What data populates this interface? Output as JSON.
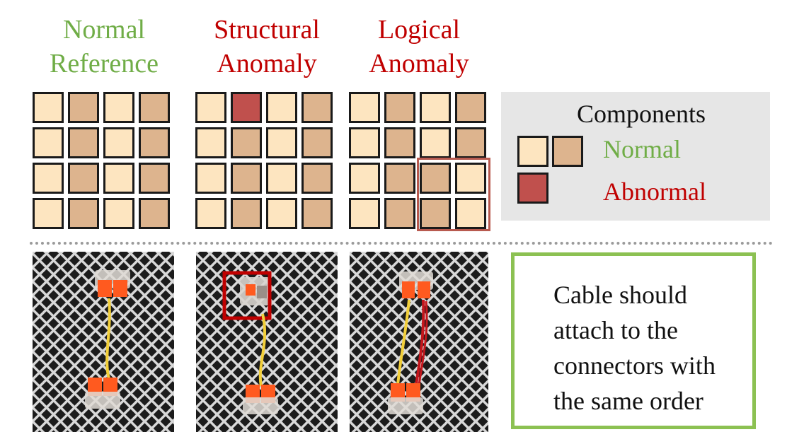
{
  "colors": {
    "normal_green": "#70ad47",
    "abnormal_red": "#c00000",
    "cell_light": "#fde5c0",
    "cell_tan": "#ddb48e",
    "cell_abnormal": "#c0504d",
    "rule_border": "#8cc152",
    "highlight_border": "#b85a4f"
  },
  "columns": [
    {
      "title_line1": "Normal",
      "title_line2": "Reference",
      "color": "#70ad47"
    },
    {
      "title_line1": "Structural",
      "title_line2": "Anomaly",
      "color": "#c00000"
    },
    {
      "title_line1": "Logical",
      "title_line2": "Anomaly",
      "color": "#c00000"
    }
  ],
  "grids": [
    {
      "name": "normal",
      "cells": [
        [
          "light",
          "tan",
          "light",
          "tan"
        ],
        [
          "light",
          "tan",
          "light",
          "tan"
        ],
        [
          "light",
          "tan",
          "light",
          "tan"
        ],
        [
          "light",
          "tan",
          "light",
          "tan"
        ]
      ]
    },
    {
      "name": "structural",
      "cells": [
        [
          "light",
          "abnormal",
          "light",
          "tan"
        ],
        [
          "light",
          "tan",
          "light",
          "tan"
        ],
        [
          "light",
          "tan",
          "light",
          "tan"
        ],
        [
          "light",
          "tan",
          "light",
          "tan"
        ]
      ]
    },
    {
      "name": "logical",
      "cells": [
        [
          "light",
          "tan",
          "light",
          "tan"
        ],
        [
          "light",
          "tan",
          "light",
          "tan"
        ],
        [
          "light",
          "tan",
          "tan",
          "light"
        ],
        [
          "light",
          "tan",
          "tan",
          "light"
        ]
      ]
    }
  ],
  "legend": {
    "title": "Components",
    "normal_label": "Normal",
    "abnormal_label": "Abnormal"
  },
  "rule": {
    "lines": [
      "Cable should",
      "attach to the",
      "connectors with",
      "the same order"
    ]
  }
}
